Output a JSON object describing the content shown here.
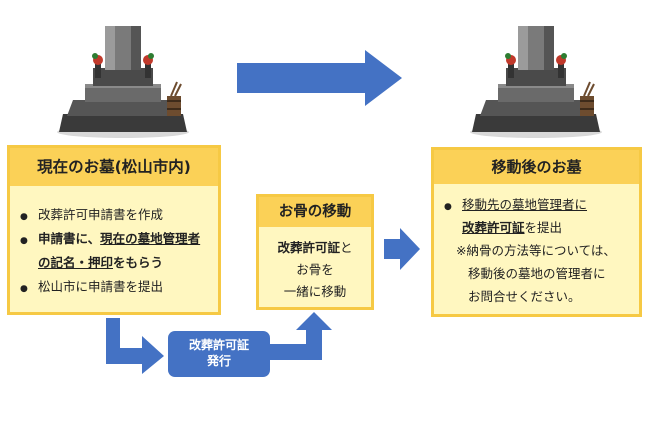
{
  "left": {
    "title": "現在のお墓(松山市内)",
    "items": [
      {
        "bullet": "●",
        "text": "改葬許可申請書を作成"
      },
      {
        "bullet": "●",
        "part1": "申請書に、",
        "part2": "現在の墓地管理者"
      },
      {
        "part1": "の記名・押印",
        "part2": "をもらう"
      },
      {
        "bullet": "●",
        "text": "松山市に申請書を提出"
      }
    ]
  },
  "middle": {
    "title": "お骨の移動",
    "line1_bold": "改葬許可証",
    "line1_rest": "と",
    "line2": "お骨を",
    "line3": "一緒に移動"
  },
  "right": {
    "title": "移動後のお墓",
    "bullet": "●",
    "line1": "移動先の墓地管理者に",
    "line2_bold": "改葬許可証",
    "line2_rest": "を提出",
    "note1": "※納骨の方法等については、",
    "note2": "移動後の墓地の管理者に",
    "note3": "お問合せください。"
  },
  "issue_box": {
    "line1": "改葬許可証",
    "line2": "発行"
  },
  "colors": {
    "panel_fill": "#FFF7C0",
    "panel_header": "#FBD157",
    "panel_border": "#F6C944",
    "arrow_blue": "#4472C4",
    "issue_box": "#4472C4"
  },
  "icons": [
    "grave-icon-left",
    "grave-icon-right",
    "arrow-right-icon",
    "elbow-arrow-icon"
  ]
}
